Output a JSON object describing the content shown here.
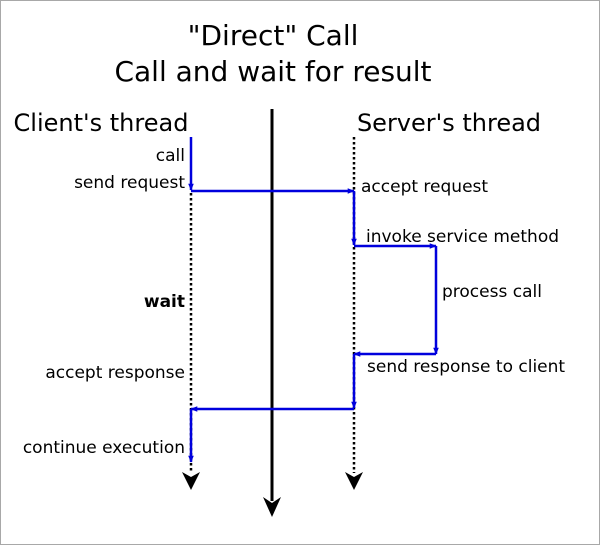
{
  "title": {
    "line1": "\"Direct\" Call",
    "line2": "Call and wait for result"
  },
  "columns": {
    "client": "Client's thread",
    "server": "Server's thread"
  },
  "labels": {
    "call": "call",
    "send_request": "send request",
    "accept_request": "accept request",
    "invoke_service_method": "invoke service method",
    "process_call": "process call",
    "wait": "wait",
    "send_response_to_client": "send response to client",
    "accept_response": "accept response",
    "continue_execution": "continue execution"
  },
  "colors": {
    "flow": "#0000dd",
    "timeline": "#000000"
  }
}
